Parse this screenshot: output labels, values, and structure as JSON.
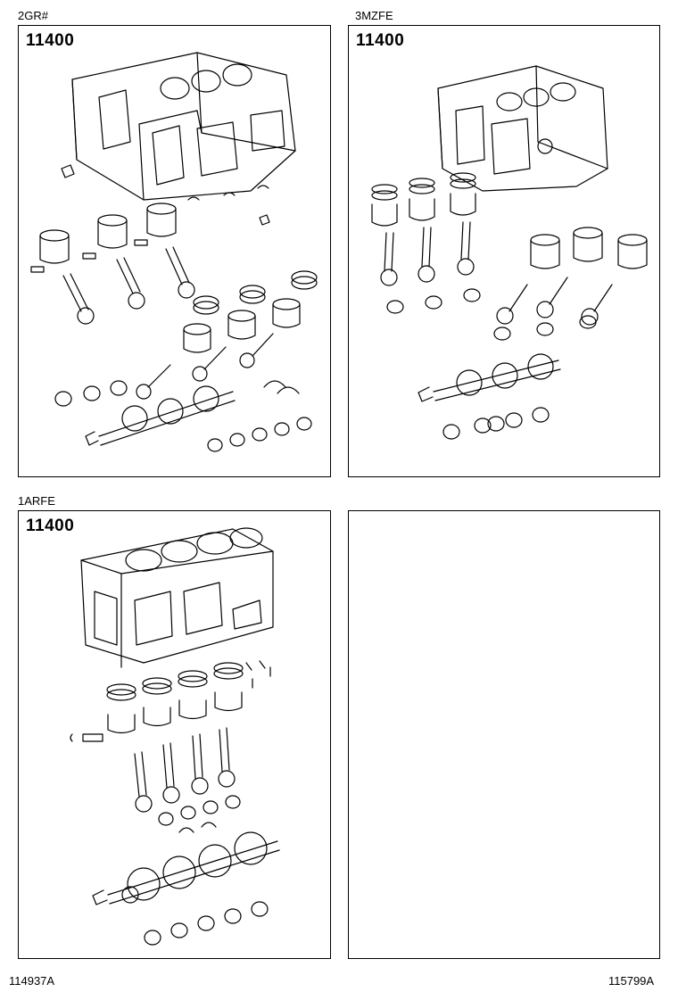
{
  "panels": [
    {
      "engine": "2GR#",
      "part_number": "11400"
    },
    {
      "engine": "3MZFE",
      "part_number": "11400"
    },
    {
      "engine": "1ARFE",
      "part_number": "11400"
    },
    {
      "engine": "",
      "part_number": ""
    }
  ],
  "footer": {
    "left_code": "114937A",
    "right_code": "115799A"
  }
}
